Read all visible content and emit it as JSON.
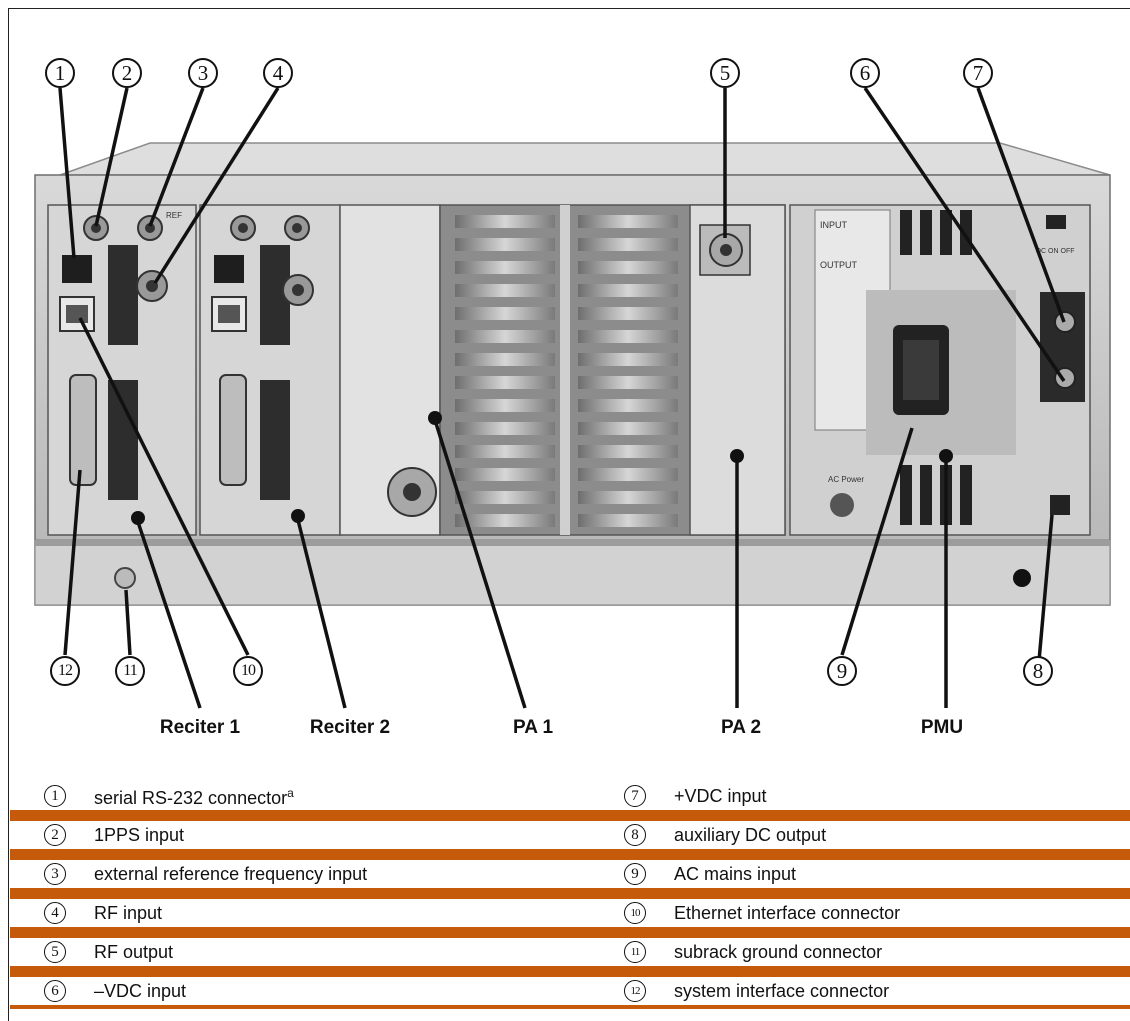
{
  "callouts": [
    "1",
    "2",
    "3",
    "4",
    "5",
    "6",
    "7",
    "8",
    "9",
    "10",
    "11",
    "12"
  ],
  "sections": [
    "Reciter 1",
    "Reciter 2",
    "PA 1",
    "PA 2",
    "PMU"
  ],
  "legend": [
    {
      "left": {
        "num": "1",
        "text": "serial RS-232 connector",
        "sup": "a"
      },
      "right": {
        "num": "7",
        "text": "+VDC input"
      }
    },
    {
      "left": {
        "num": "2",
        "text": "1PPS input"
      },
      "right": {
        "num": "8",
        "text": "auxiliary DC output"
      }
    },
    {
      "left": {
        "num": "3",
        "text": "external reference frequency input"
      },
      "right": {
        "num": "9",
        "text": "AC mains input"
      }
    },
    {
      "left": {
        "num": "4",
        "text": "RF input"
      },
      "right": {
        "num": "10",
        "text": "Ethernet interface connector"
      }
    },
    {
      "left": {
        "num": "5",
        "text": "RF output"
      },
      "right": {
        "num": "11",
        "text": "subrack ground connector"
      }
    },
    {
      "left": {
        "num": "6",
        "text": "–VDC input"
      },
      "right": {
        "num": "12",
        "text": "system interface connector"
      }
    }
  ],
  "panel_labels": {
    "ref": "REF",
    "dc_switch": "DC  ON  OFF",
    "input": "INPUT",
    "output": "OUTPUT",
    "ac_power": "AC Power"
  },
  "colors": {
    "legend_bar": "#c55a0a",
    "chassis": "#c9c9c9",
    "heatsink": "#9a9a9a"
  }
}
